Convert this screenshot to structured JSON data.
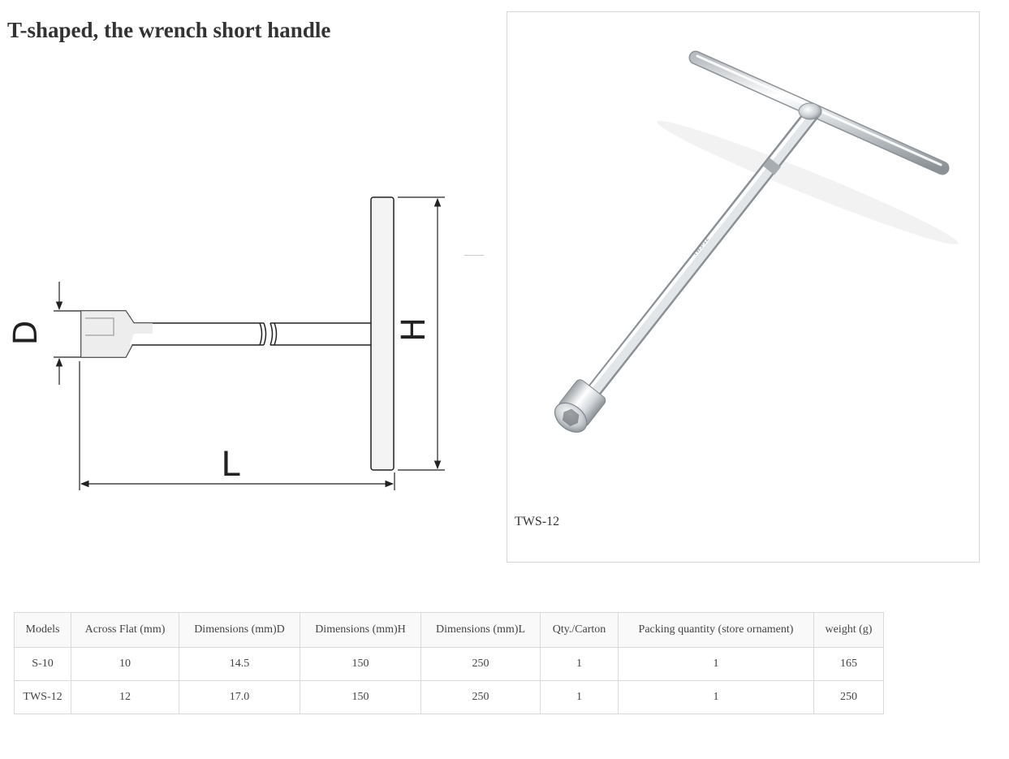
{
  "title": "T-shaped, the wrench short handle",
  "diagram": {
    "label_d": "D",
    "label_h": "H",
    "label_l": "L"
  },
  "photo": {
    "caption": "TWS-12",
    "engraving": "TWS-12"
  },
  "table": {
    "headers": [
      "Models",
      "Across Flat (mm)",
      "Dimensions (mm)D",
      "Dimensions (mm)H",
      "Dimensions (mm)L",
      "Qty./Carton",
      "Packing quantity (store ornament)",
      "weight (g)"
    ],
    "rows": [
      [
        "S-10",
        "10",
        "14.5",
        "150",
        "250",
        "1",
        "1",
        "165"
      ],
      [
        "TWS-12",
        "12",
        "17.0",
        "150",
        "250",
        "1",
        "1",
        "250"
      ]
    ]
  }
}
